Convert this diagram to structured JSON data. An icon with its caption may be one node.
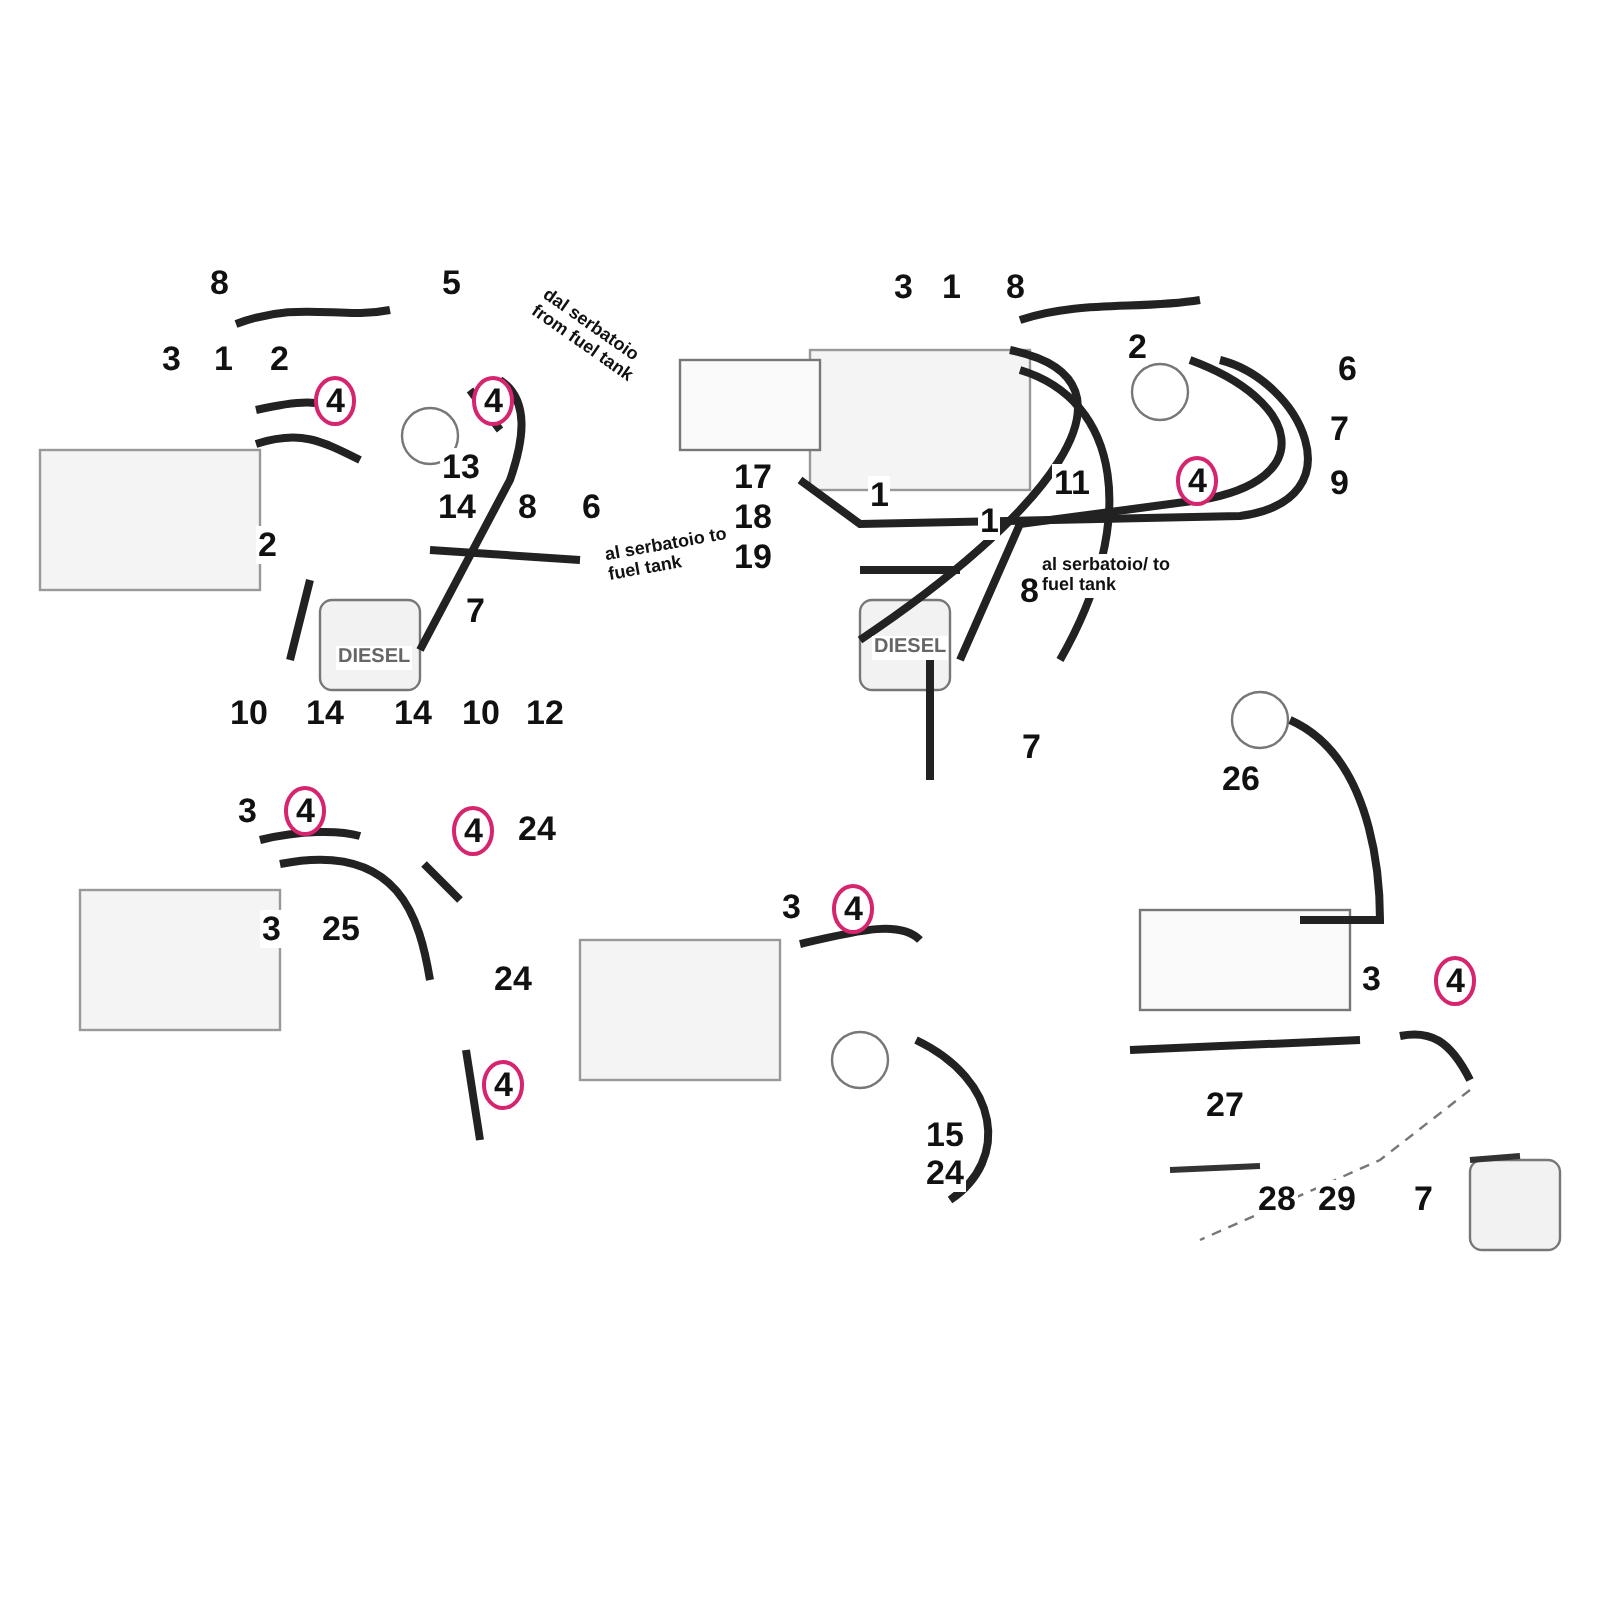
{
  "diagram": {
    "labels": [
      "8",
      "5",
      "3",
      "1",
      "2",
      "4",
      "4",
      "dal serbatoio from fuel tank",
      "13",
      "14",
      "8",
      "6",
      "al serbatoio to fuel tank",
      "2",
      "7",
      "DIESEL",
      "10",
      "14",
      "14",
      "10",
      "12",
      "3",
      "1",
      "8",
      "2",
      "6",
      "7",
      "17",
      "1",
      "11",
      "4",
      "9",
      "18",
      "1",
      "19",
      "al serbatoio/ to fuel tank",
      "8",
      "DIESEL",
      "7",
      "26",
      "3",
      "4",
      "4",
      "24",
      "3",
      "25",
      "24",
      "4",
      "3",
      "4",
      "3",
      "4",
      "27",
      "15",
      "24",
      "28",
      "29",
      "7"
    ]
  }
}
